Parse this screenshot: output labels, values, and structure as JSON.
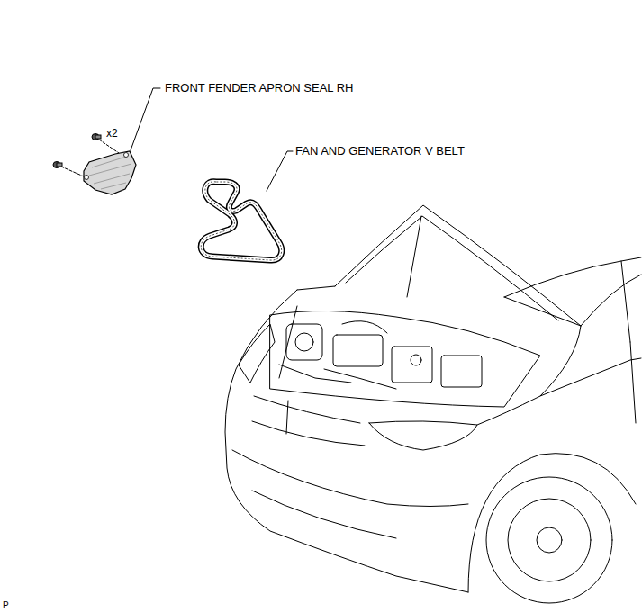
{
  "diagram": {
    "labels": [
      "FRONT FENDER APRON SEAL RH",
      "x2",
      "FAN AND GENERATOR V BELT",
      "P"
    ]
  }
}
